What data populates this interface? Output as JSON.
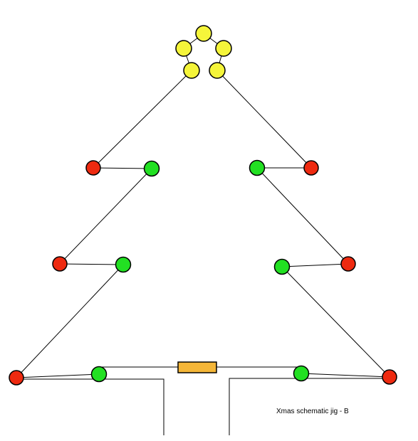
{
  "caption": "Xmas schematic jig - B",
  "colors": {
    "yellow": "#f5f53a",
    "green": "#22e022",
    "red": "#ee2a10",
    "resistor": "#f4b638",
    "wire": "#000000",
    "background": "#ffffff"
  },
  "components": {
    "star_leds": 5,
    "red_leds": 6,
    "green_leds": 6,
    "resistors": 1
  }
}
